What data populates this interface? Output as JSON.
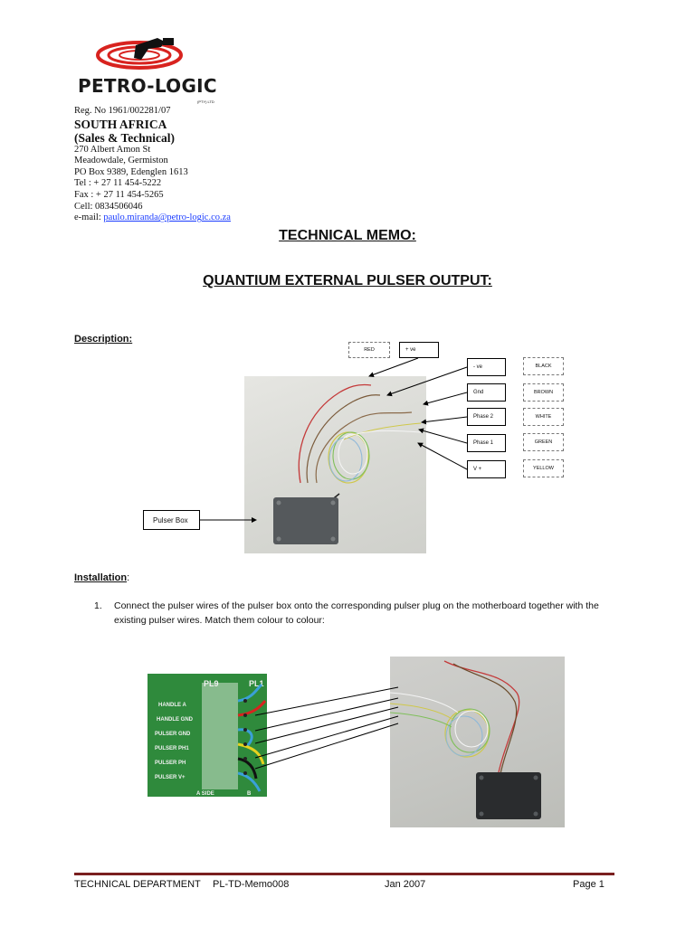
{
  "header": {
    "logo_text": "PETRO-LOGIC",
    "logo_subtext": "(PTY) LTD",
    "reg_no": "Reg. No 1961/002281/07",
    "country": "SOUTH AFRICA",
    "dept": "(Sales & Technical)",
    "address_1": "270 Albert Amon St",
    "address_2": "Meadowdale, Germiston",
    "address_3": "PO Box 9389, Edenglen 1613",
    "tel": "Tel :   + 27 11 454-5222",
    "fax": "Fax :  + 27 11 454-5265",
    "cell": "Cell: 0834506046",
    "email_label": "e-mail: ",
    "email": "paulo.miranda@petro-logic.co.za"
  },
  "titles": {
    "memo": "TECHNICAL MEMO:",
    "subject": "QUANTIUM EXTERNAL PULSER OUTPUT:"
  },
  "description": {
    "heading": "Description:",
    "pulser_box_label": "Pulser Box",
    "wire_labels": {
      "red": "RED",
      "pos_ve": "+ ve",
      "neg_ve": "- ve",
      "black": "BLACK",
      "gnd": "Gnd",
      "brown": "BROWN",
      "phase2": "Phase 2",
      "white": "WHITE",
      "phase1": "Phase 1",
      "green": "GREEN",
      "vplus": "V +",
      "yellow": "YELLOW"
    }
  },
  "installation": {
    "heading": "Installation",
    "heading_colon": ":",
    "step_num": "1.",
    "step_text": "Connect the pulser wires of the pulser box onto the corresponding pulser plug on the motherboard together with the existing pulser wires. Match them colour to colour:"
  },
  "pcb": {
    "pl9": "PL9",
    "pl1": "PL1",
    "rows": [
      "HANDLE A",
      "HANDLE GND",
      "PULSER GND",
      "PULSER PH1",
      "PULSER PH",
      "PULSER V+"
    ],
    "a_side": "A SIDE",
    "b": "B"
  },
  "footer": {
    "dept": "TECHNICAL DEPARTMENT",
    "doc": "PL-TD-Memo008",
    "date": "Jan 2007",
    "page": "Page 1"
  },
  "colors": {
    "footer_rule": "#7a1f1f",
    "email_link": "#1a3cff",
    "logo_red": "#d8231f",
    "pcb_green": "#2f8a3c"
  }
}
